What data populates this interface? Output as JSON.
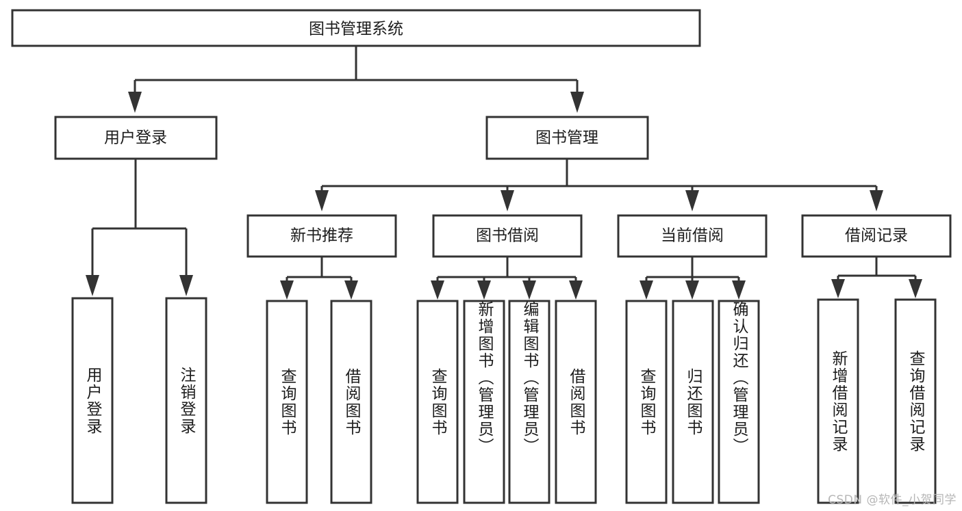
{
  "diagram": {
    "type": "tree",
    "title": "图书管理系统",
    "orientation": "top-down",
    "colors": {
      "node_stroke": "#333333",
      "node_fill": "#ffffff",
      "text": "#1c1c1c",
      "background": "#ffffff",
      "watermark": "#b6b6b6"
    },
    "root": {
      "label": "图书管理系统"
    },
    "level2": {
      "user_login": {
        "label": "用户登录"
      },
      "book_manage": {
        "label": "图书管理"
      }
    },
    "level3": {
      "new_book_rec": {
        "label": "新书推荐"
      },
      "book_borrow": {
        "label": "图书借阅"
      },
      "current_borrow": {
        "label": "当前借阅"
      },
      "borrow_record": {
        "label": "借阅记录"
      }
    },
    "leaves": {
      "user_login": [
        {
          "label": "用户登录"
        },
        {
          "label": "注销登录"
        }
      ],
      "new_book_rec": [
        {
          "label": "查询图书"
        },
        {
          "label": "借阅图书"
        }
      ],
      "book_borrow": [
        {
          "label": "查询图书"
        },
        {
          "label": "新增图书（管理员）"
        },
        {
          "label": "编辑图书（管理员）"
        },
        {
          "label": "借阅图书"
        }
      ],
      "current_borrow": [
        {
          "label": "查询图书"
        },
        {
          "label": "归还图书"
        },
        {
          "label": "确认归还（管理员）"
        }
      ],
      "borrow_record": [
        {
          "label": "新增借阅记录"
        },
        {
          "label": "查询借阅记录"
        }
      ]
    },
    "watermark": "CSDN @软件_小贺同学"
  }
}
